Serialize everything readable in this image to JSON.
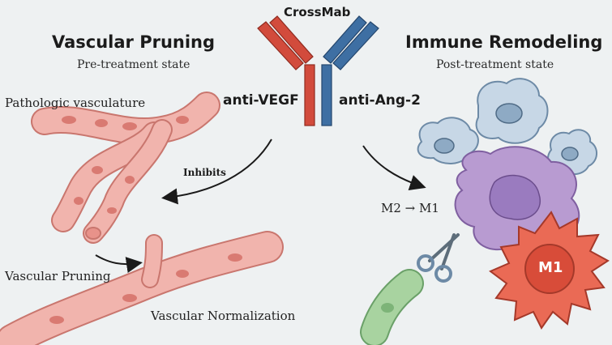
{
  "title": "CrossMab",
  "left_panel": {
    "heading": "Vascular Pruning",
    "subheading": "Pre-treatment state",
    "label_pathologic": "Pathologic vasculature",
    "label_pruning": "Vascular Pruning",
    "label_normalization": "Vascular Normalization",
    "arrow_label": "Inhibits"
  },
  "right_panel": {
    "heading": "Immune Remodeling",
    "subheading": "Post-treatment state",
    "polarization": "M2 → M1",
    "macrophage_label": "M1"
  },
  "antibody": {
    "left_arm": "anti-VEGF",
    "right_arm": "anti-Ang-2"
  },
  "colors": {
    "vessel_fill": "#f1b4ad",
    "vessel_stroke": "#c9766e",
    "antibody_red": "#d24b3c",
    "antibody_blue": "#3e6fa3",
    "m2_purple": "#b89bd1",
    "m1_red": "#ea6a55",
    "immune_cell": "#c7d7e6"
  },
  "icons": [
    "scissors-icon",
    "arrow-icon"
  ]
}
